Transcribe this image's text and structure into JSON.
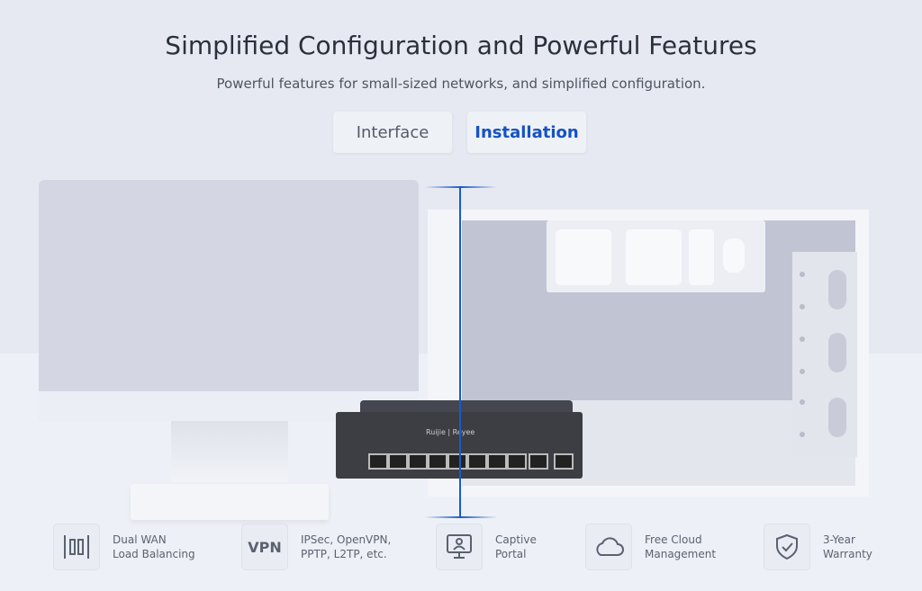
{
  "header": {
    "title": "Simplified Configuration and Powerful Features",
    "subtitle": "Powerful features for small-sized networks, and simplified configuration."
  },
  "tabs": [
    {
      "label": "Interface",
      "active": false
    },
    {
      "label": "Installation",
      "active": true
    }
  ],
  "accent_color": "#1452c4",
  "product": {
    "brand_logo": "Ruijie | Reyee"
  },
  "features": [
    {
      "icon": "dual-wan-icon",
      "line1": "Dual WAN",
      "line2": "Load Balancing"
    },
    {
      "icon": "vpn-icon",
      "icon_text": "VPN",
      "line1": "IPSec, OpenVPN,",
      "line2": "PPTP, L2TP, etc."
    },
    {
      "icon": "captive-portal-icon",
      "line1": "Captive",
      "line2": "Portal"
    },
    {
      "icon": "cloud-icon",
      "line1": "Free Cloud",
      "line2": "Management"
    },
    {
      "icon": "shield-check-icon",
      "line1": "3-Year",
      "line2": "Warranty"
    }
  ]
}
